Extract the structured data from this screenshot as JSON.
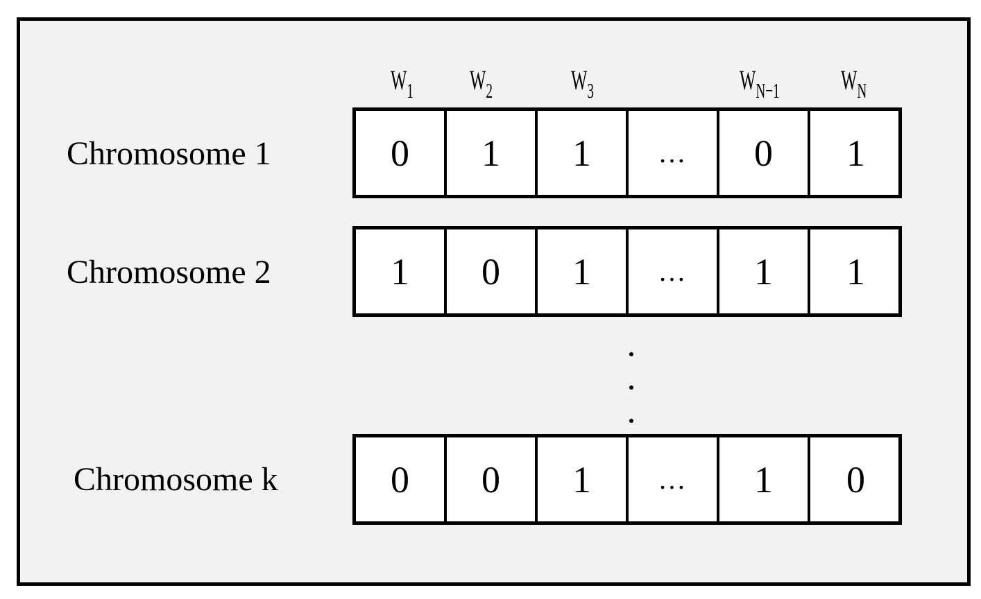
{
  "headers": [
    {
      "main": "W",
      "sub": "1"
    },
    {
      "main": "W",
      "sub": "2"
    },
    {
      "main": "W",
      "sub": "3"
    },
    {
      "main": "W",
      "sub": "N−1"
    },
    {
      "main": "W",
      "sub": "N"
    }
  ],
  "rows": [
    {
      "label": "Chromosome 1",
      "cells": [
        "0",
        "1",
        "1",
        "…",
        "0",
        "1"
      ]
    },
    {
      "label": "Chromosome 2",
      "cells": [
        "1",
        "0",
        "1",
        "…",
        "1",
        "1"
      ]
    },
    {
      "label": "Chromosome k",
      "cells": [
        "0",
        "0",
        "1",
        "…",
        "1",
        "0"
      ]
    }
  ],
  "colors": {
    "background": "#f2f2f2",
    "cell_fill": "#ffffff",
    "stroke": "#000000"
  }
}
